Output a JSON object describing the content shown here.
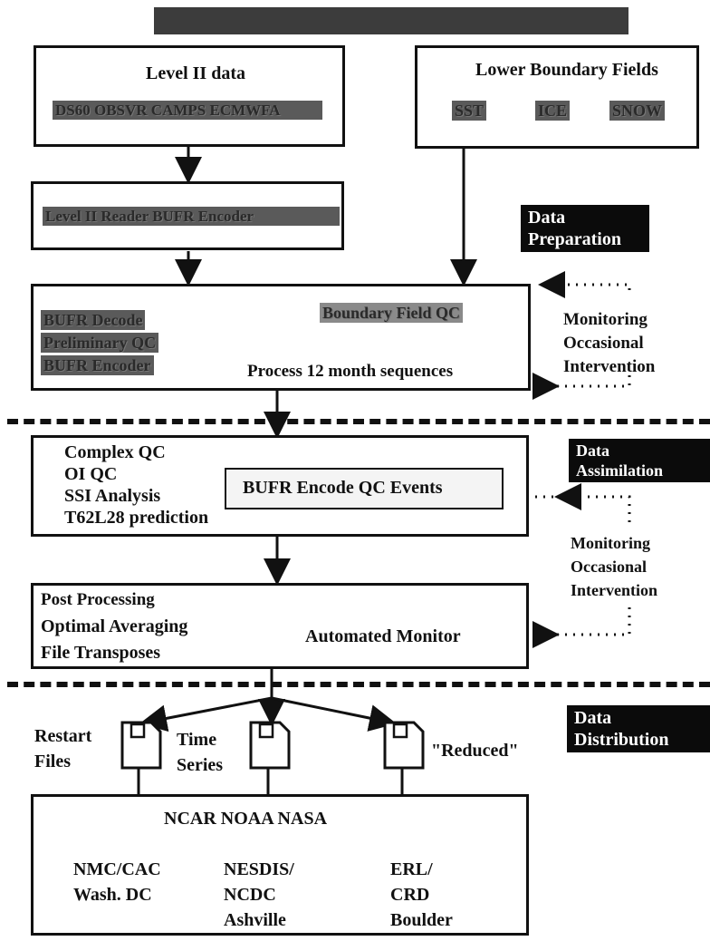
{
  "level2": {
    "title": "Level II data",
    "sources": "DS60 OBSVR CAMPS ECMWFA"
  },
  "lower_boundary": {
    "title": "Lower Boundary Fields",
    "fields": [
      "SST",
      "ICE",
      "SNOW"
    ]
  },
  "encoder": {
    "label": "Level II Reader BUFR Encoder"
  },
  "prep_box": {
    "lines": [
      "BUFR Decode",
      "Preliminary QC",
      "BUFR Encoder"
    ],
    "boundary_qc": "Boundary Field QC",
    "process": "Process 12 month sequences"
  },
  "sections": {
    "preparation": [
      "Data",
      "Preparation"
    ],
    "assimilation": [
      "Data",
      "Assimilation"
    ],
    "distribution": [
      "Data",
      "Distribution"
    ]
  },
  "monitor_note_1": [
    "Monitoring",
    "Occasional",
    "Intervention"
  ],
  "monitor_note_2": [
    "Monitoring",
    "Occasional",
    "Intervention"
  ],
  "assim_box": {
    "lines": [
      "Complex QC",
      "OI QC",
      "SSI Analysis",
      "T62L28 prediction"
    ],
    "bufr_events": "BUFR Encode QC Events"
  },
  "post_box": {
    "lines": [
      "Post Processing",
      "Optimal Averaging",
      "File Transposes"
    ],
    "automated": "Automated Monitor"
  },
  "outputs": {
    "restart": [
      "Restart",
      "Files"
    ],
    "timeseries": [
      "Time",
      "Series"
    ],
    "reduced": "\"Reduced\""
  },
  "archive_box": {
    "title": "NCAR NOAA NASA",
    "centers": [
      [
        "NMC/CAC",
        "Wash. DC"
      ],
      [
        "NESDIS/",
        "NCDC",
        "Ashville"
      ],
      [
        "ERL/",
        "CRD",
        "Boulder"
      ]
    ]
  }
}
